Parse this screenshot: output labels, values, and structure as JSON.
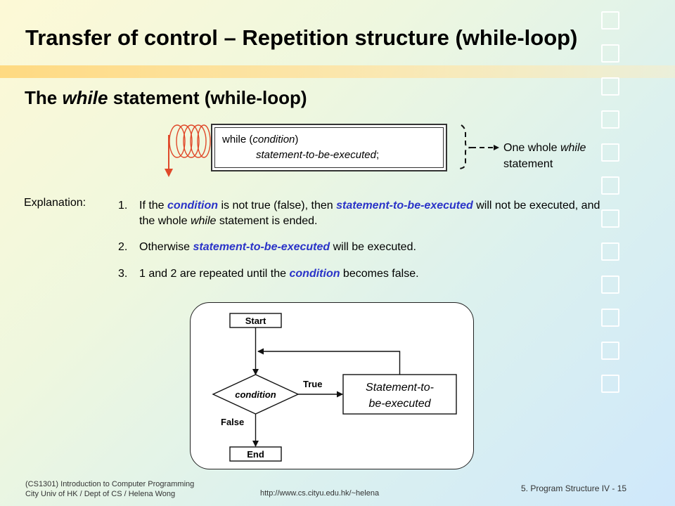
{
  "slide": {
    "title": "Transfer of control – Repetition structure (while-loop)",
    "subtitle_prefix": "The ",
    "subtitle_em": "while",
    "subtitle_suffix": " statement (while-loop)"
  },
  "code": {
    "line1_kw": "while (",
    "line1_cond": "condition",
    "line1_close": ")",
    "line2_stmt": "statement-to-be-executed",
    "line2_end": ";"
  },
  "note": {
    "prefix": "One whole ",
    "em": "while",
    "line2": "statement"
  },
  "explanation": {
    "label": "Explanation:",
    "items": [
      {
        "num": "1.",
        "t1": "If the ",
        "b1": "condition",
        "t2": " is not true (false), then ",
        "b2": "statement-to-be-executed",
        "t3": " will not be executed, and the whole ",
        "i1": "while",
        "t4": " statement is ended."
      },
      {
        "num": "2.",
        "t1": "Otherwise ",
        "b1": "statement-to-be-executed",
        "t2": " will be executed."
      },
      {
        "num": "3.",
        "t1": "1 and 2 are repeated until the ",
        "b1": "condition",
        "t2": " becomes false."
      }
    ]
  },
  "flowchart": {
    "start": "Start",
    "end": "End",
    "condition": "condition",
    "true_label": "True",
    "false_label": "False",
    "statement_line1": "Statement-to-",
    "statement_line2": "be-executed"
  },
  "footer": {
    "course_line1": "(CS1301) Introduction to Computer Programming",
    "course_line2": "City Univ of HK / Dept of CS / Helena Wong",
    "url": "http://www.cs.cityu.edu.hk/~helena",
    "page": "5. Program Structure IV - 15"
  },
  "colors": {
    "accent_blue": "#2a33c8",
    "loop_red": "#e0492a",
    "title_band": "#ffd678"
  }
}
